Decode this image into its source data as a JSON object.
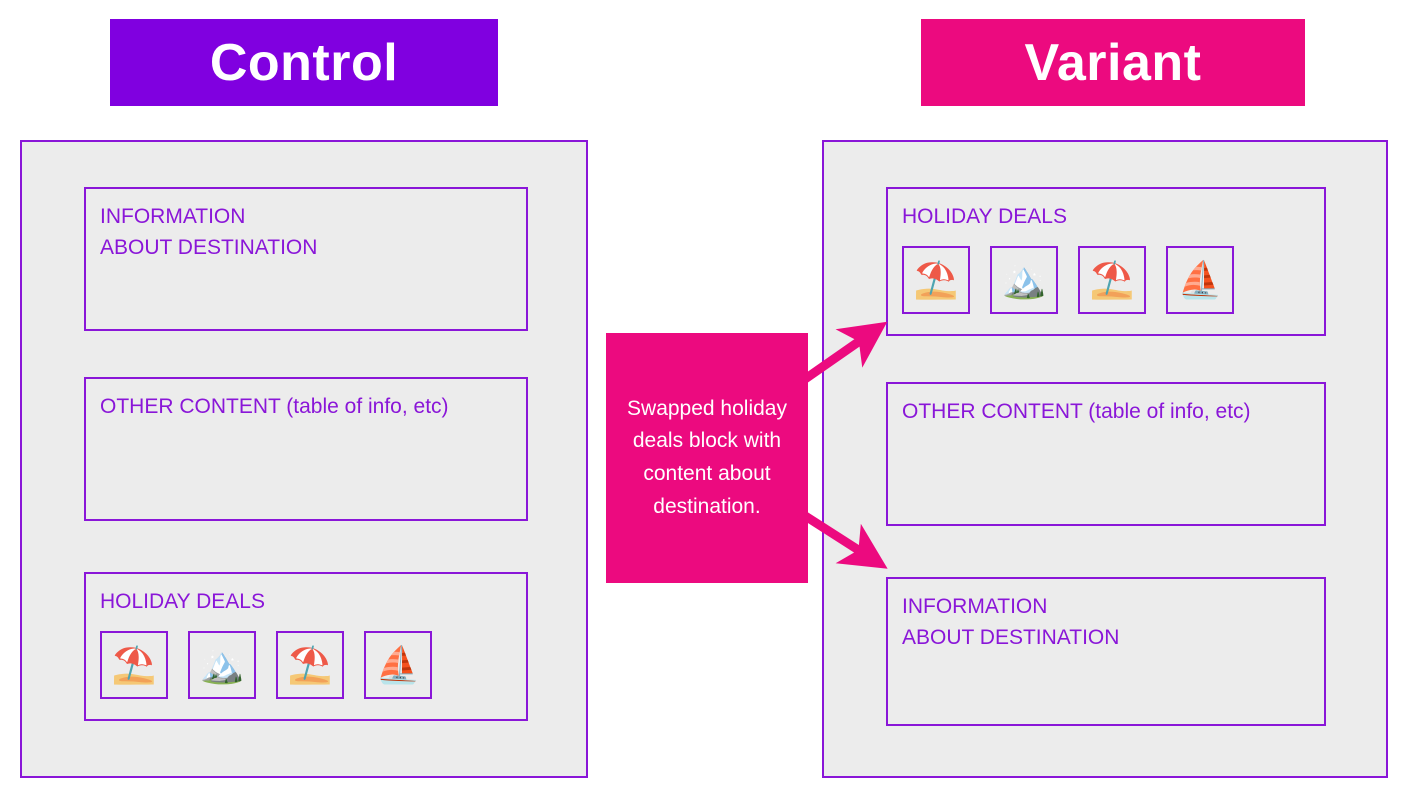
{
  "headers": {
    "control": {
      "label": "Control",
      "color": "#8000e0"
    },
    "variant": {
      "label": "Variant",
      "color": "#ec0a7f"
    }
  },
  "colors": {
    "control_banner": "#8000e0",
    "variant_banner": "#ec0a7f",
    "panel_background": "#ececec",
    "panel_border": "#8a16d8",
    "block_border": "#8a16d8",
    "block_text": "#8a16d8",
    "callout_background": "#ec0a7f",
    "callout_text": "#ffffff",
    "arrow": "#ec0a7f",
    "page_background": "#ffffff"
  },
  "control_panel": {
    "blocks": [
      {
        "name": "information-about-destination",
        "label": "INFORMATION\nABOUT DESTINATION"
      },
      {
        "name": "other-content",
        "label": "OTHER CONTENT (table of info, etc)"
      },
      {
        "name": "holiday-deals",
        "label": "HOLIDAY DEALS"
      }
    ],
    "deal_tiles": [
      {
        "icon": "beach-umbrella-icon",
        "glyph": "⛱️"
      },
      {
        "icon": "mountain-icon",
        "glyph": "🏔️"
      },
      {
        "icon": "beach-umbrella-icon",
        "glyph": "⛱️"
      },
      {
        "icon": "sailboat-icon",
        "glyph": "⛵"
      }
    ]
  },
  "variant_panel": {
    "blocks": [
      {
        "name": "holiday-deals",
        "label": "HOLIDAY DEALS"
      },
      {
        "name": "other-content",
        "label": "OTHER CONTENT (table of info, etc)"
      },
      {
        "name": "information-about-destination",
        "label": "INFORMATION\nABOUT DESTINATION"
      }
    ],
    "deal_tiles": [
      {
        "icon": "beach-umbrella-icon",
        "glyph": "⛱️"
      },
      {
        "icon": "mountain-icon",
        "glyph": "🏔️"
      },
      {
        "icon": "beach-umbrella-icon",
        "glyph": "⛱️"
      },
      {
        "icon": "sailboat-icon",
        "glyph": "⛵"
      }
    ]
  },
  "callout": {
    "text": "Swapped holiday deals block with content about destination.",
    "arrows": [
      {
        "name": "arrow-to-holiday-deals",
        "direction": "up-right"
      },
      {
        "name": "arrow-to-information",
        "direction": "down-right"
      }
    ]
  }
}
